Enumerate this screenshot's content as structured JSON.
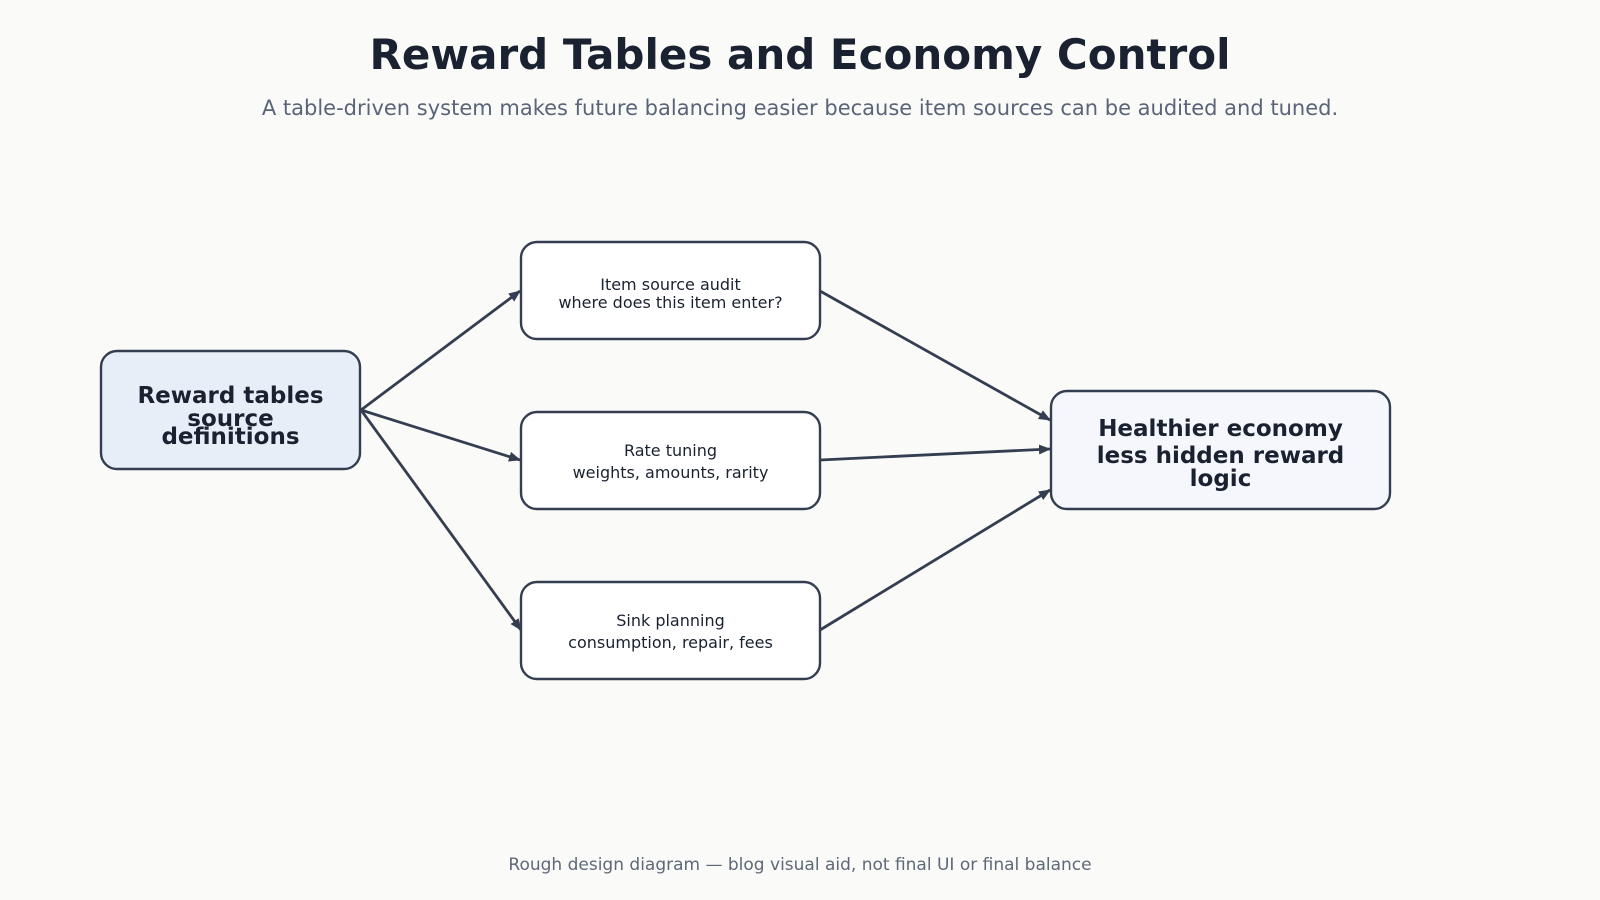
{
  "title": "Reward Tables and Economy Control",
  "subtitle": "A table-driven system makes future balancing easier because item sources can be audited and tuned.",
  "footer": "Rough design diagram — blog visual aid, not final UI or final balance",
  "colors": {
    "background": "#fafaf9",
    "stroke": "#343e50",
    "source_fill": "#e8eef8",
    "target_fill": "#f5f7fc",
    "middle_fill": "#ffffff",
    "text": "#1a2130"
  },
  "nodes": {
    "source": {
      "line1": "Reward tables",
      "line2": "source",
      "line3": "definitions"
    },
    "audit": {
      "line1": "Item source audit",
      "line2": "where does this item enter?"
    },
    "tuning": {
      "line1": "Rate tuning",
      "line2": "weights, amounts, rarity"
    },
    "sink": {
      "line1": "Sink planning",
      "line2": "consumption, repair, fees"
    },
    "target": {
      "line1": "Healthier economy",
      "line2": "less hidden reward",
      "line3": "logic"
    }
  },
  "edges": [
    {
      "from": "source",
      "to": "audit"
    },
    {
      "from": "source",
      "to": "tuning"
    },
    {
      "from": "source",
      "to": "sink"
    },
    {
      "from": "audit",
      "to": "target"
    },
    {
      "from": "tuning",
      "to": "target"
    },
    {
      "from": "sink",
      "to": "target"
    }
  ]
}
